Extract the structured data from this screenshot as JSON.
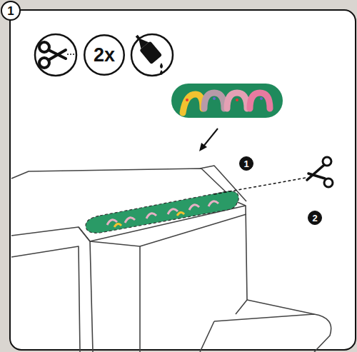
{
  "diagram": {
    "nodes": [
      {
        "text": [
          "1"
        ]
      },
      {
        "text": [
          "2x"
        ]
      },
      {
        "text": [
          "1"
        ]
      },
      {
        "text": [
          "2"
        ]
      }
    ],
    "edges": []
  }
}
